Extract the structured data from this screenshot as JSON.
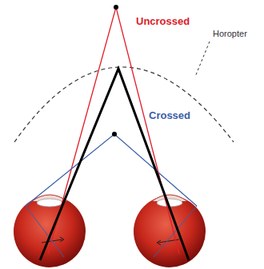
{
  "diagram": {
    "labels": [
      "Uncrossed",
      "Horopter",
      "Crossed"
    ]
  }
}
